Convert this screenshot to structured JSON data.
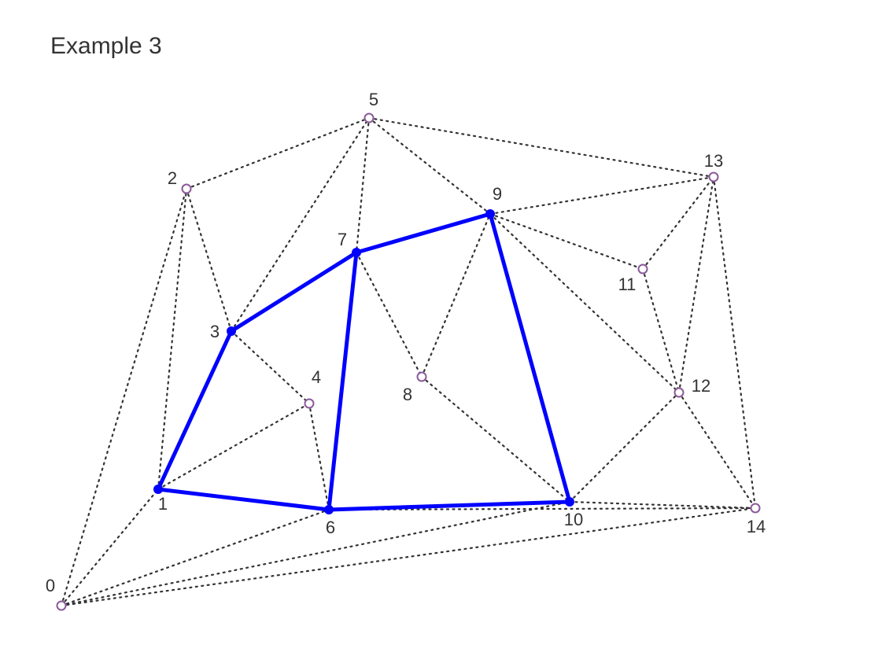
{
  "title": "Example 3",
  "colors": {
    "path": "#0000ff",
    "edge": "#333333",
    "node_open": "#8b5a9a",
    "label": "#333333",
    "background": "#ffffff"
  },
  "nodes": [
    {
      "id": "0",
      "label": "0",
      "on_path": false
    },
    {
      "id": "1",
      "label": "1",
      "on_path": true
    },
    {
      "id": "2",
      "label": "2",
      "on_path": false
    },
    {
      "id": "3",
      "label": "3",
      "on_path": true
    },
    {
      "id": "4",
      "label": "4",
      "on_path": false
    },
    {
      "id": "5",
      "label": "5",
      "on_path": false
    },
    {
      "id": "6",
      "label": "6",
      "on_path": true
    },
    {
      "id": "7",
      "label": "7",
      "on_path": true
    },
    {
      "id": "8",
      "label": "8",
      "on_path": false
    },
    {
      "id": "9",
      "label": "9",
      "on_path": true
    },
    {
      "id": "10",
      "label": "10",
      "on_path": true
    },
    {
      "id": "11",
      "label": "11",
      "on_path": false
    },
    {
      "id": "12",
      "label": "12",
      "on_path": false
    },
    {
      "id": "13",
      "label": "13",
      "on_path": false
    },
    {
      "id": "14",
      "label": "14",
      "on_path": false
    }
  ],
  "dotted_edges": [
    [
      "0",
      "1"
    ],
    [
      "0",
      "2"
    ],
    [
      "0",
      "6"
    ],
    [
      "0",
      "10"
    ],
    [
      "0",
      "14"
    ],
    [
      "1",
      "2"
    ],
    [
      "1",
      "4"
    ],
    [
      "2",
      "5"
    ],
    [
      "2",
      "3"
    ],
    [
      "3",
      "4"
    ],
    [
      "3",
      "5"
    ],
    [
      "4",
      "6"
    ],
    [
      "5",
      "7"
    ],
    [
      "5",
      "9"
    ],
    [
      "5",
      "13"
    ],
    [
      "7",
      "8"
    ],
    [
      "8",
      "9"
    ],
    [
      "8",
      "10"
    ],
    [
      "9",
      "11"
    ],
    [
      "9",
      "12"
    ],
    [
      "9",
      "13"
    ],
    [
      "10",
      "12"
    ],
    [
      "10",
      "14"
    ],
    [
      "6",
      "14"
    ],
    [
      "11",
      "12"
    ],
    [
      "11",
      "13"
    ],
    [
      "12",
      "13"
    ],
    [
      "12",
      "14"
    ],
    [
      "13",
      "14"
    ]
  ],
  "bold_edges": [
    [
      "1",
      "3"
    ],
    [
      "3",
      "7"
    ],
    [
      "7",
      "9"
    ],
    [
      "9",
      "10"
    ],
    [
      "10",
      "6"
    ],
    [
      "6",
      "1"
    ],
    [
      "6",
      "7"
    ]
  ]
}
